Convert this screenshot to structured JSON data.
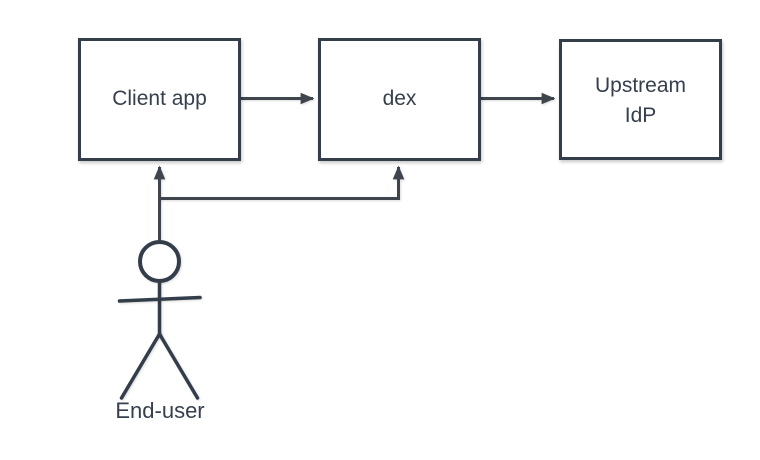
{
  "colors": {
    "node_stroke": "#333e4a",
    "node_fill": "#ffffff",
    "connector": "#3f454d",
    "text": "#36404d",
    "background": "#ffffff"
  },
  "nodes": {
    "client_app": {
      "label": "Client app"
    },
    "dex": {
      "label": "dex"
    },
    "upstream_idp": {
      "label_line1": "Upstream",
      "label_line2": "IdP"
    }
  },
  "actor": {
    "label": "End-user",
    "icon": "person-stick-figure-icon"
  },
  "edges": [
    {
      "from": "client_app",
      "to": "dex",
      "style": "arrow"
    },
    {
      "from": "dex",
      "to": "upstream_idp",
      "style": "arrow"
    },
    {
      "from": "end_user",
      "to": "client_app",
      "style": "arrow"
    },
    {
      "from": "end_user",
      "to": "dex",
      "style": "arrow-elbow"
    }
  ]
}
